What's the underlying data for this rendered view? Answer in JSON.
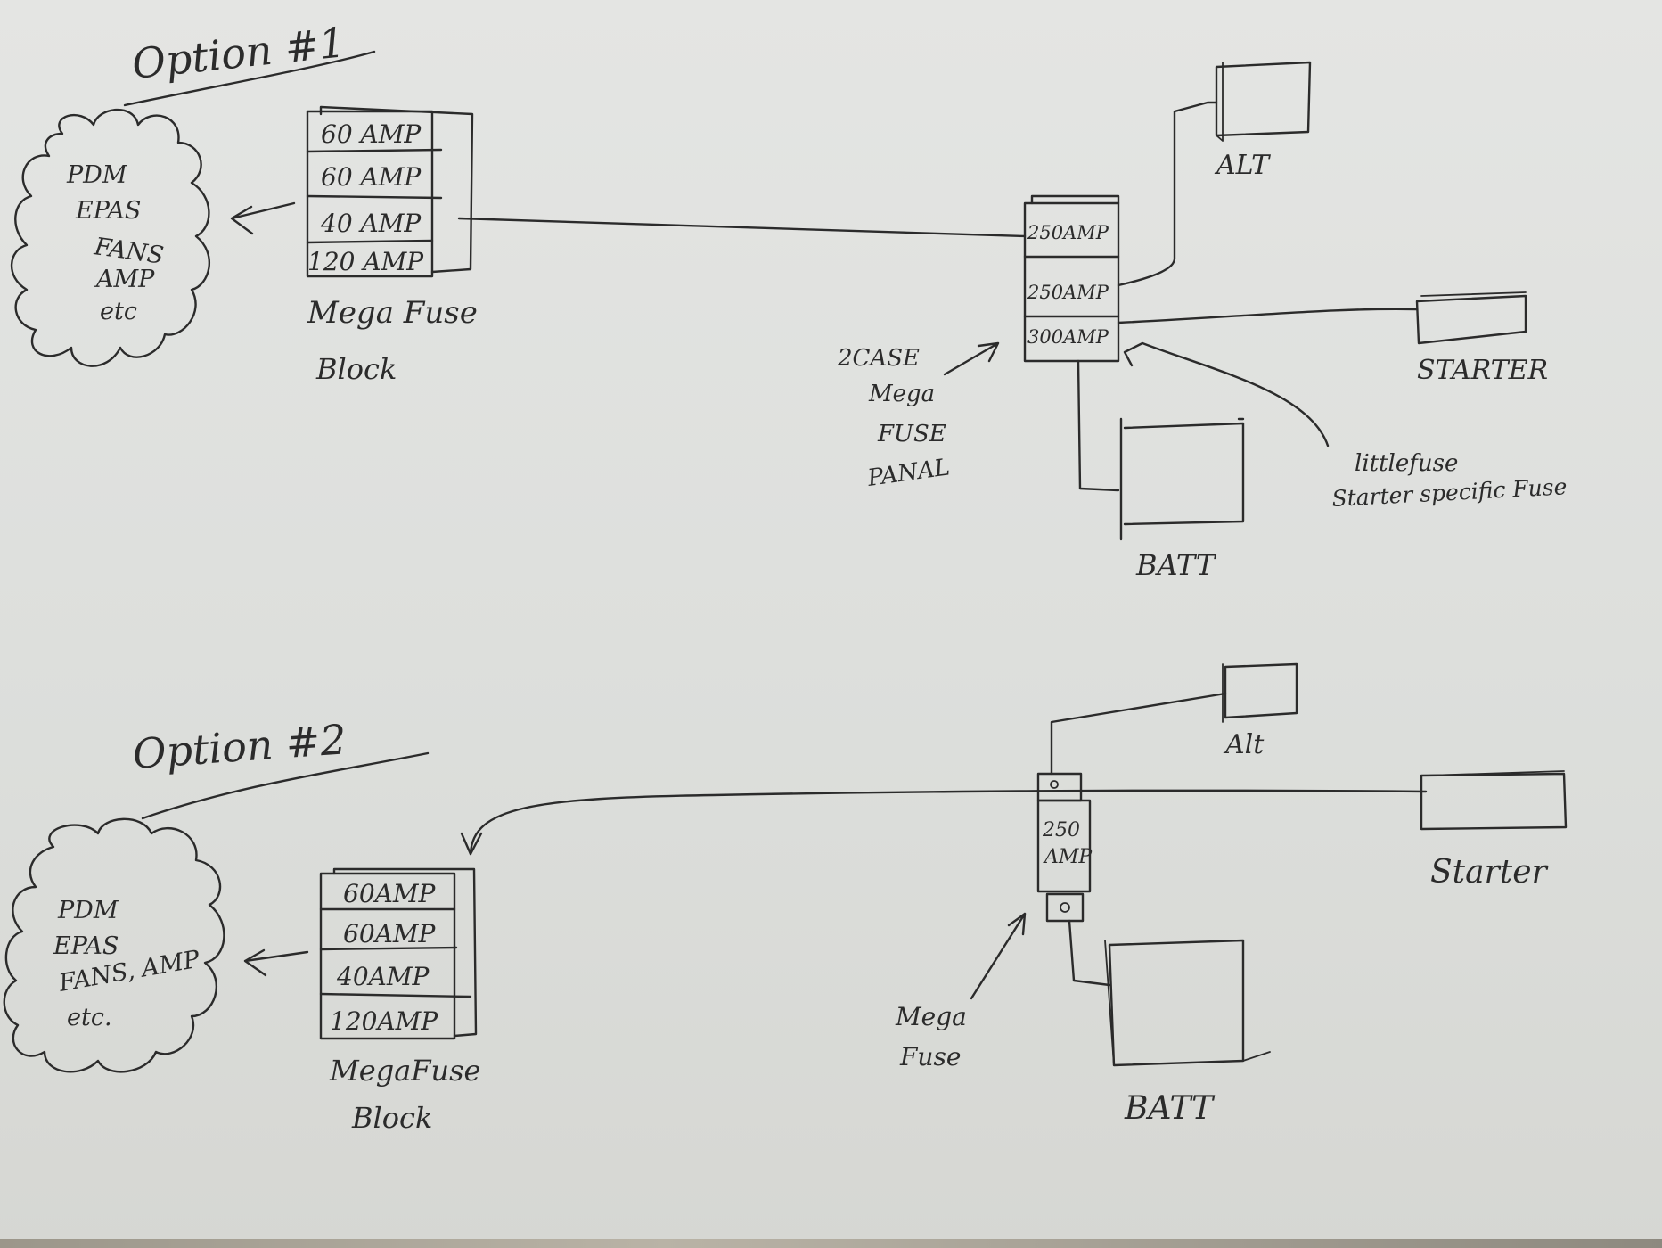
{
  "option1": {
    "title": "Option #1",
    "cloud": [
      "PDM",
      "EPAS",
      "FANS",
      "AMP",
      "etc"
    ],
    "fuse_block": {
      "fuses": [
        "60 AMP",
        "60 AMP",
        "40 AMP",
        "120 AMP"
      ],
      "label_line1": "Mega Fuse",
      "label_line2": "Block"
    },
    "panel": {
      "fuses": [
        "250AMP",
        "250AMP",
        "300AMP"
      ],
      "label": [
        "2CASE",
        "Mega",
        "FUSE",
        "PANAL"
      ]
    },
    "alt": "ALT",
    "starter": "STARTER",
    "batt": "BATT",
    "starter_fuse_note": [
      "littlefuse",
      "Starter specific Fuse"
    ]
  },
  "option2": {
    "title": "Option #2",
    "cloud": [
      "PDM",
      "EPAS",
      "FANS, AMP",
      "etc."
    ],
    "fuse_block": {
      "fuses": [
        "60AMP",
        "60AMP",
        "40AMP",
        "120AMP"
      ],
      "label_line1": "MegaFuse",
      "label_line2": "Block"
    },
    "fuse": {
      "rating": [
        "250",
        "AMP"
      ],
      "label": [
        "Mega",
        "Fuse"
      ]
    },
    "alt": "Alt",
    "starter": "Starter",
    "batt": "BATT"
  }
}
